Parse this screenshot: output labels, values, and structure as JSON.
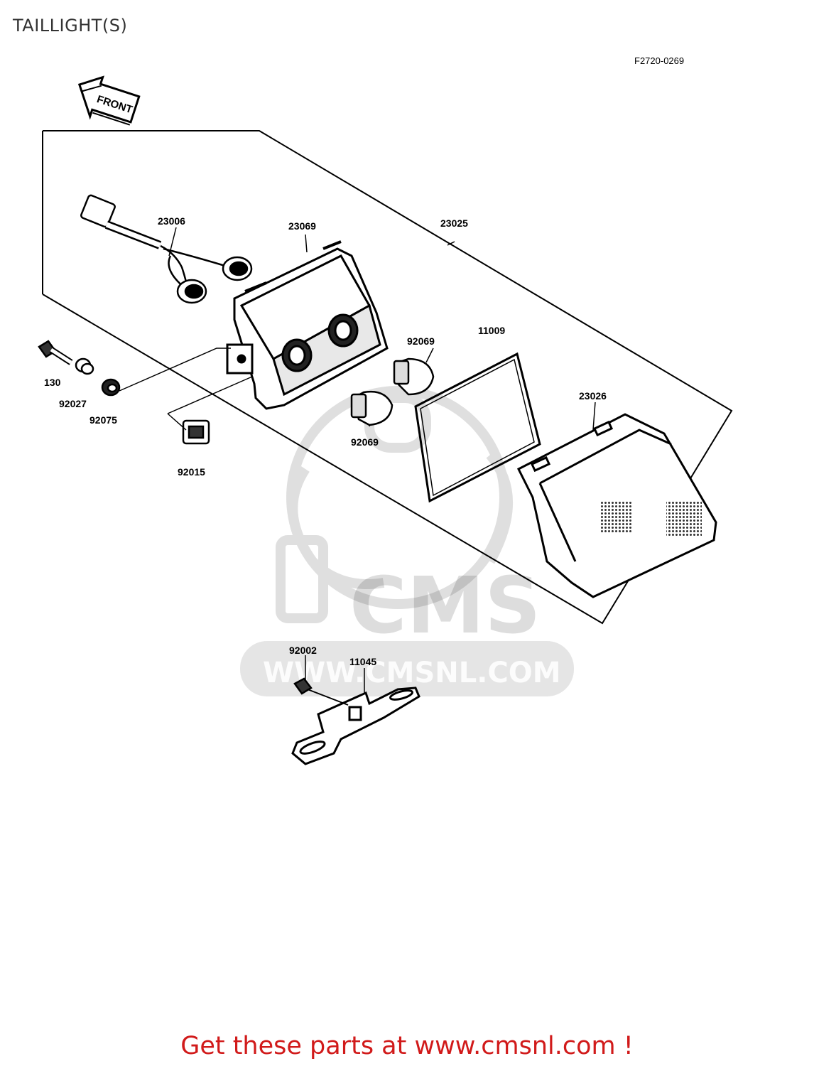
{
  "header": {
    "title": "TAILLIGHT(S)",
    "figure_code": "F2720-0269"
  },
  "direction_arrow": {
    "label": "FRONT"
  },
  "part_numbers": {
    "p23006": "23006",
    "p23069": "23069",
    "p23025": "23025",
    "p130": "130",
    "p92027": "92027",
    "p92075": "92075",
    "p92015": "92015",
    "p92069a": "92069",
    "p92069b": "92069",
    "p11009": "11009",
    "p23026": "23026",
    "p92002": "92002",
    "p11045": "11045"
  },
  "watermark": {
    "logo_text": "CMS",
    "url_text": "WWW.CMSNL.COM"
  },
  "footer": {
    "text": "Get these parts at www.cmsnl.com !"
  }
}
